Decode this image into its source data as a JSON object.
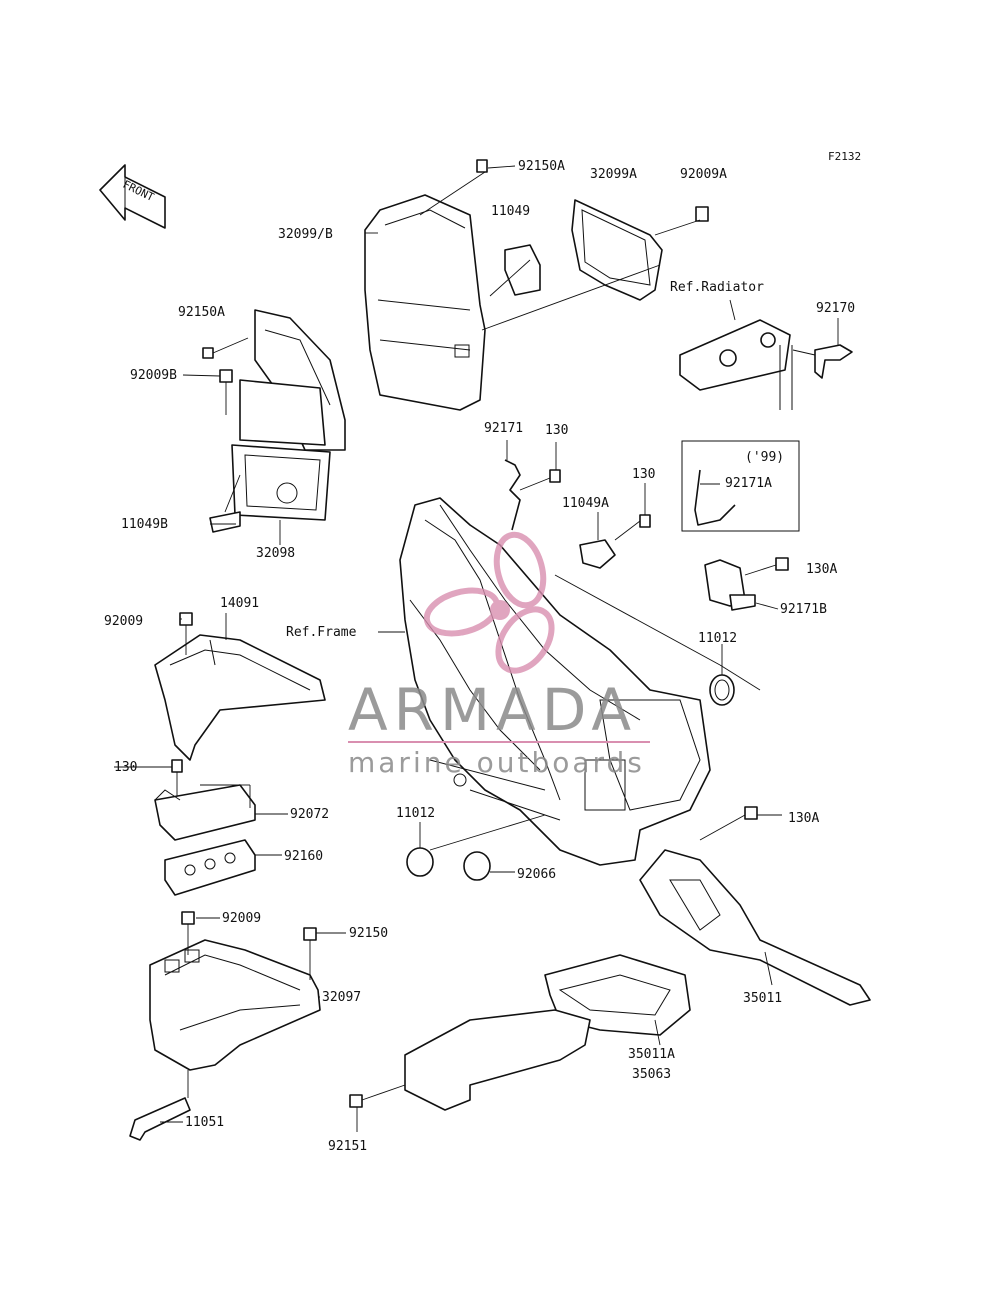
{
  "figure_code": "F2132",
  "front_arrow_label": "FRONT",
  "year_note": "('99)",
  "refs": {
    "radiator": "Ref.Radiator",
    "frame": "Ref.Frame"
  },
  "labels": {
    "p92150A_top": "92150A",
    "p32099A": "32099A",
    "p92009A": "92009A",
    "p11049": "11049",
    "p32099B": "32099/B",
    "p92170": "92170",
    "p92150A_left": "92150A",
    "p92009B": "92009B",
    "p92171": "92171",
    "p130_a": "130",
    "p130_b": "130",
    "p11049A": "11049A",
    "p92171A": "92171A",
    "p11049B": "11049B",
    "p32098": "32098",
    "p130A_a": "130A",
    "p92171B": "92171B",
    "p92009_a": "92009",
    "p14091": "14091",
    "p11012_r": "11012",
    "p130_c": "130",
    "p92072": "92072",
    "p11012_l": "11012",
    "p130A_b": "130A",
    "p92160": "92160",
    "p92066": "92066",
    "p92009_b": "92009",
    "p92150": "92150",
    "p32097": "32097",
    "p35011": "35011",
    "p35011A": "35011A",
    "p35063": "35063",
    "p11051": "11051",
    "p92151": "92151"
  },
  "watermark": {
    "name": "ARMADA",
    "tagline": "marine outboards",
    "brand_pink": "#d98fb0",
    "brand_gray": "#8a8a8a"
  }
}
